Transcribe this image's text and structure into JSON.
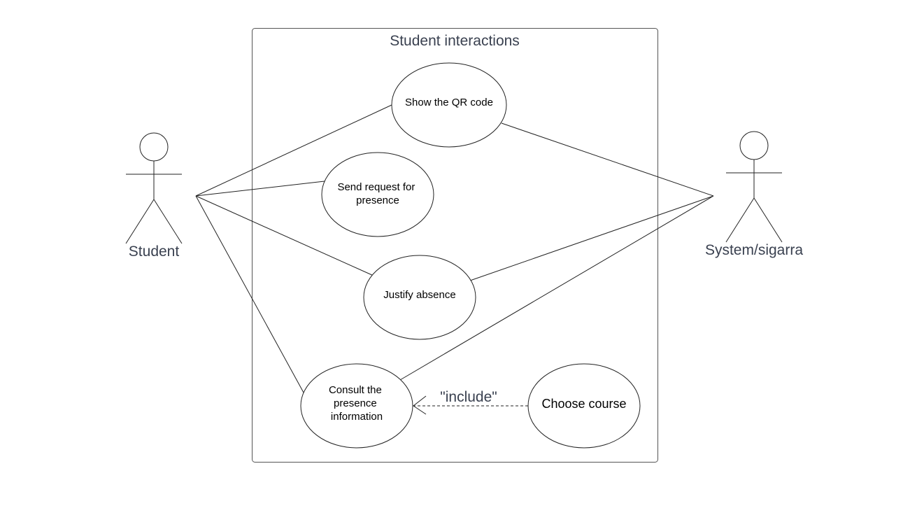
{
  "diagram": {
    "system_title": "Student interactions",
    "actors": {
      "student": "Student",
      "system": "System/sigarra"
    },
    "use_cases": {
      "show_qr": [
        "Show the QR code"
      ],
      "send_request": [
        "Send request for",
        "presence"
      ],
      "justify": [
        "Justify absence"
      ],
      "consult": [
        "Consult the",
        "presence",
        "information"
      ],
      "choose_course": [
        "Choose course"
      ]
    },
    "relationships": {
      "include_label": "\"include\""
    },
    "colors": {
      "stroke": "#222222",
      "label_text": "#3a4150",
      "background": "#ffffff"
    }
  }
}
